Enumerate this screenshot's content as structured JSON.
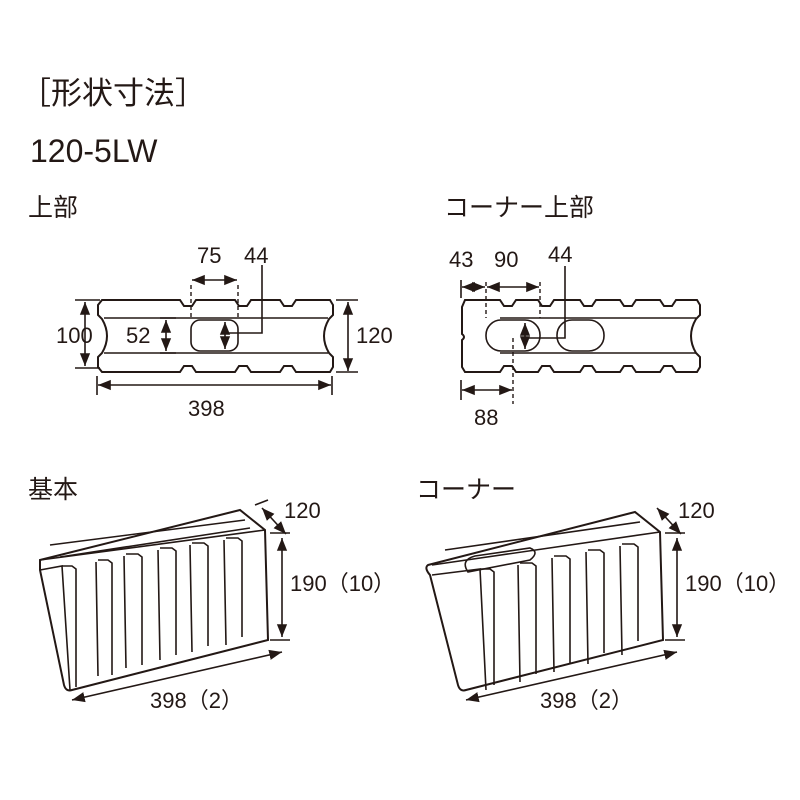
{
  "title": "［形状寸法］",
  "model": "120-5LW",
  "sections": {
    "top": "上部",
    "corner_top": "コーナー上部",
    "basic": "基本",
    "corner": "コーナー"
  },
  "top_dims": {
    "hole_pitch": "75",
    "hole_width": "44",
    "inner_height": "100",
    "cavity": "52",
    "height": "120",
    "length": "398"
  },
  "corner_top_dims": {
    "end": "43",
    "pitch": "90",
    "hole_width": "44",
    "offset": "88"
  },
  "basic_dims": {
    "depth": "120",
    "height": "190（10）",
    "length": "398（2）"
  },
  "corner_dims": {
    "depth": "120",
    "height": "190（10）",
    "length": "398（2）"
  }
}
